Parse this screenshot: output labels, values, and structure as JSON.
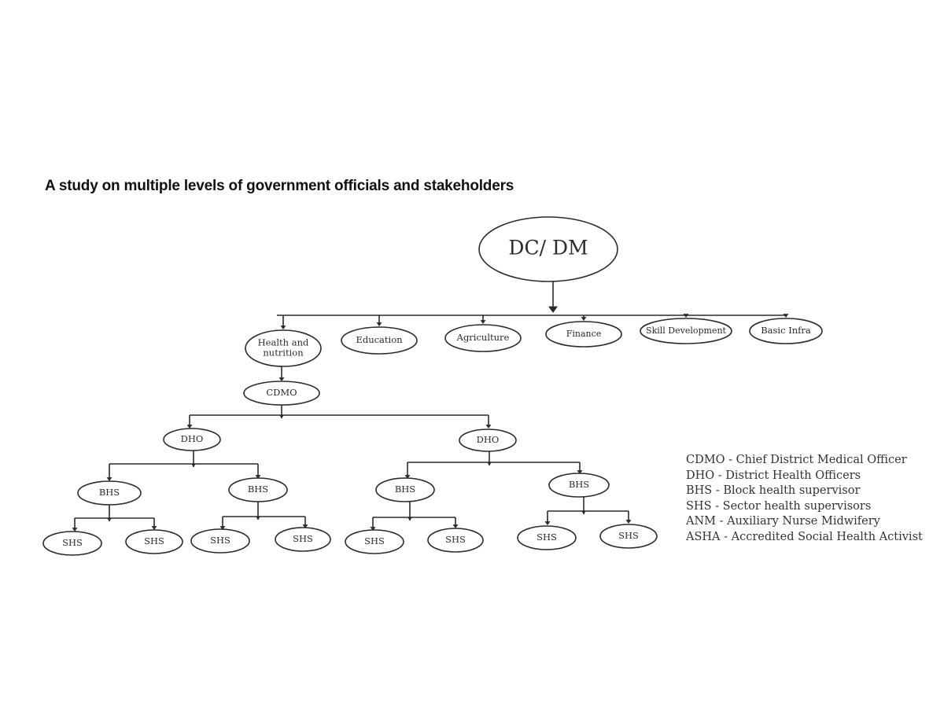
{
  "title": "A study on multiple levels of government officials and stakeholders",
  "colors": {
    "ink": "#2b2b2b",
    "background": "#ffffff"
  },
  "nodes": {
    "root": "DC/ DM",
    "departments": [
      {
        "key": "health",
        "label_lines": [
          "Health and",
          "nutrition"
        ]
      },
      {
        "key": "education",
        "label_lines": [
          "Education"
        ]
      },
      {
        "key": "agriculture",
        "label_lines": [
          "Agriculture"
        ]
      },
      {
        "key": "finance",
        "label_lines": [
          "Finance"
        ]
      },
      {
        "key": "skill",
        "label_lines": [
          "Skill Development"
        ]
      },
      {
        "key": "infra",
        "label_lines": [
          "Basic Infra"
        ]
      }
    ],
    "cdmo": "CDMO",
    "dho": "DHO",
    "bhs": "BHS",
    "shs": "SHS"
  },
  "legend": [
    "CDMO - Chief District Medical Officer",
    "DHO - District Health Officers",
    "BHS - Block health supervisor",
    "SHS - Sector health supervisors",
    "ANM - Auxiliary Nurse Midwifery",
    "ASHA - Accredited Social Health Activist"
  ]
}
